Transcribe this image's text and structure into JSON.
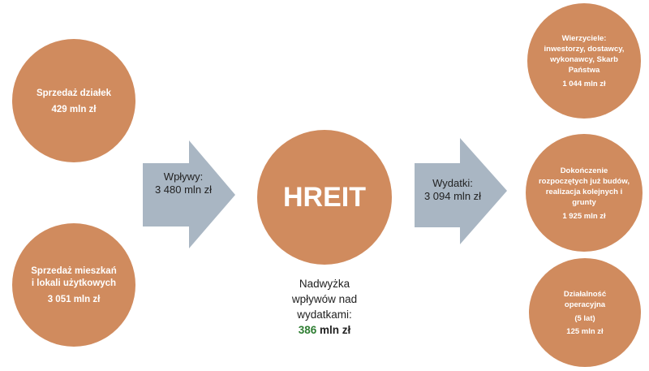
{
  "inflows": [
    {
      "label": "Sprzedaż działek",
      "value": "429 mln zł"
    },
    {
      "label": "Sprzedaż mieszkań i lokali użytkowych",
      "value": "3 051 mln zł"
    }
  ],
  "inflow_arrow": {
    "label": "Wpływy:",
    "value": "3 480 mln zł"
  },
  "center": {
    "title": "HREIT"
  },
  "surplus": {
    "label": "Nadwyżka wpływów nad wydatkami:",
    "number": "386",
    "unit": "mln zł"
  },
  "outflow_arrow": {
    "label": "Wydatki:",
    "value": "3 094 mln zł"
  },
  "outflows": [
    {
      "label": "Wierzyciele: inwestorzy, dostawcy, wykonawcy, Skarb Państwa",
      "value": "1 044 mln zł"
    },
    {
      "label": "Dokończenie rozpoczętych już budów, realizacja kolejnych i grunty",
      "value": "1 925 mln zł"
    },
    {
      "label": "Działalność operacyjna",
      "sub": "(5 lat)",
      "value": "125 mln zł"
    }
  ],
  "colors": {
    "circle": "#D08B5E",
    "arrow": "#A9B6C3",
    "surplus": "#2E7D32"
  }
}
